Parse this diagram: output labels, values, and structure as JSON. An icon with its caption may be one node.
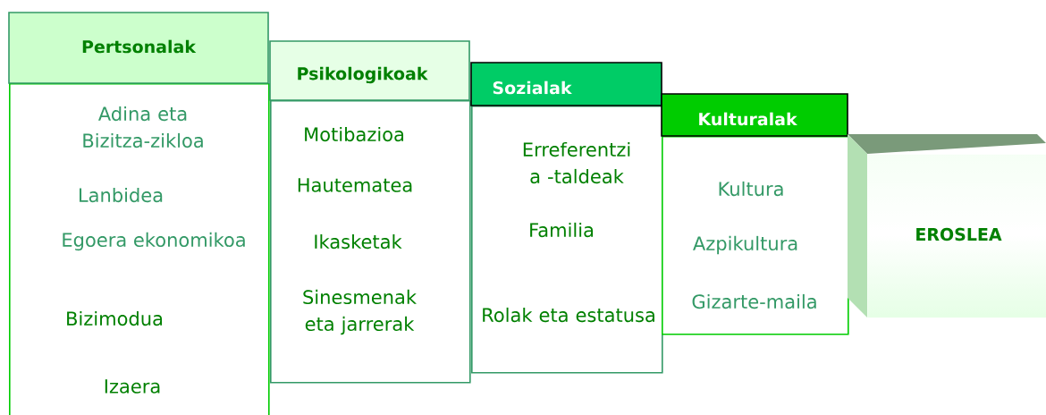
{
  "diagram": {
    "nodes": [
      {
        "text": [
          "Pertsonalak",
          "Adina eta Bizitza-zikloa",
          "Lanbidea",
          "Egoera ekonomikoa",
          "Bizimodua",
          "Izaera"
        ]
      },
      {
        "text": [
          "Psikologikoak",
          "Motibazioa",
          "Hautematea",
          "Ikasketak",
          "Sinesmenak eta jarrerak"
        ]
      },
      {
        "text": [
          "Sozialak",
          "Erreferentzi a -taldeak",
          "Familia",
          "Rolak eta estatusa"
        ]
      },
      {
        "text": [
          "Kulturalak",
          "Kultura",
          "Azpikultura",
          "Gizarte-maila"
        ]
      },
      {
        "text": [
          "EROSLEA"
        ]
      }
    ]
  }
}
